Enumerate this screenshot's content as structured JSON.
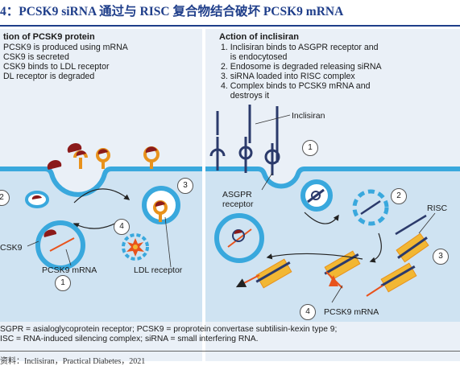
{
  "figure_title": "4：PCSK9 siRNA 通过与 RISC 复合物结合破坏 PCSK9 mRNA",
  "left_panel": {
    "title": "tion of PCSK9 protein",
    "steps": [
      "PCSK9 is produced using mRNA",
      "CSK9 is secreted",
      "CSK9 binds to LDL receptor",
      "DL receptor is degraded"
    ],
    "labels": {
      "pcsk9": "CSK9",
      "pcsk9_mrna": "PCSK9 mRNA",
      "ldl_receptor": "LDL receptor"
    },
    "step_markers": [
      "1",
      "2",
      "3",
      "4"
    ]
  },
  "right_panel": {
    "title": "Action of inclisiran",
    "steps": [
      "1. Inclisiran binds to ASGPR receptor and",
      "    is endocytosed",
      "2. Endosome is degraded releasing siRNA",
      "3. siRNA loaded into RISC complex",
      "4. Complex binds to PCSK9 mRNA and",
      "    destroys it"
    ],
    "labels": {
      "inclisiran": "Inclisiran",
      "asgpr": "ASGPR",
      "receptor": "receptor",
      "risc": "RISC",
      "pcsk9_mrna": "PCSK9 mRNA"
    },
    "step_markers": [
      "1",
      "2",
      "3",
      "4"
    ]
  },
  "footnote": {
    "line1": "SGPR =  asialoglycoprotein receptor; PCSK9 = proprotein convertase subtilisin-kexin type 9;",
    "line2": "ISC = RNA-induced silencing complex; siRNA = small interfering RNA."
  },
  "source": "资料：Inclisiran，Practical Diabetes，2021",
  "colors": {
    "title_blue": "#1f3e8a",
    "membrane_blue": "#39a8dd",
    "cell_fill": "#cfe3f2",
    "panel_bg": "#eaf0f7",
    "pcsk9_red": "#8b1a1a",
    "receptor_orange": "#e8921c",
    "mrna_orange": "#e8531d",
    "risc_yellow": "#f2b733",
    "sirna_navy": "#2b3a6b"
  }
}
